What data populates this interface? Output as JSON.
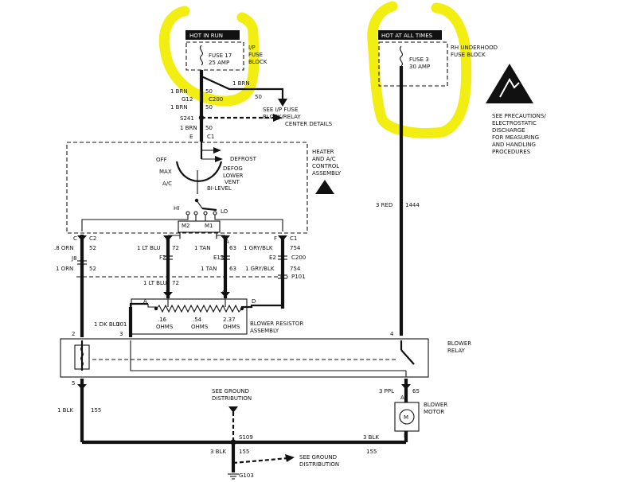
{
  "labels": {
    "hot_in_run": "HOT IN RUN",
    "ip_fuse_block": [
      "I/P",
      "FUSE",
      "BLOCK"
    ],
    "fuse17_name": "FUSE 17",
    "fuse17_rating": "25 AMP",
    "hot_at_all_times": "HOT AT ALL TIMES",
    "rh_fuse_block": [
      "RH UNDERHOOD",
      "FUSE BLOCK"
    ],
    "fuse3_name": "FUSE 3",
    "fuse3_rating": "30 AMP",
    "esd_note": [
      "SEE PRECAUTIONS/",
      "ELECTROSTATIC",
      "DISCHARGE",
      "FOR MEASURING",
      "AND HANDLING",
      "PROCEDURES"
    ],
    "see_ip_fuse": [
      "SEE I/P FUSE",
      "BLOCK/RELAY",
      "CENTER DETAILS"
    ],
    "control_assembly": [
      "HEATER",
      "AND A/C",
      "CONTROL",
      "ASSEMBLY"
    ],
    "control_positions": [
      "OFF",
      "MAX",
      "A/C",
      "DEFROST",
      "DEFOG",
      "LOWER",
      "VENT",
      "BI-LEVEL"
    ],
    "speeds": [
      "HI",
      "LO",
      "M2",
      "M1"
    ],
    "resistor_values": [
      ".16",
      "OHMS",
      ".54",
      "OHMS",
      "2.37",
      "OHMS"
    ],
    "blower_resistor": [
      "BLOWER RESISTOR",
      "ASSEMBLY"
    ],
    "blower_relay": [
      "BLOWER",
      "RELAY"
    ],
    "blower_motor": [
      "BLOWER",
      "MOTOR"
    ],
    "motor_symbol": "M",
    "see_ground_top": [
      "SEE GROUND",
      "DISTRIBUTION"
    ],
    "see_ground_bottom": [
      "SEE GROUND",
      "DISTRIBUTION"
    ]
  },
  "wires": {
    "feed_top": [
      "1 BRN",
      "50",
      "1 BRN"
    ],
    "g12": "G12",
    "c200_top": "C200",
    "w50b": "50",
    "brn_s241": [
      "1 BRN",
      "50"
    ],
    "s241": "S241",
    "brn_c1": [
      "1 BRN",
      "50",
      "E",
      "C1"
    ],
    "red": [
      "3 RED",
      "1444"
    ],
    "orn": [
      ".8 ORN",
      "52",
      "1 ORN",
      "52"
    ],
    "c_c2": [
      "C",
      "C2"
    ],
    "j8": "J8",
    "ltblu": [
      "B",
      "1 LT BLU",
      "72",
      "F2",
      "1 LT BLU",
      "72",
      "B"
    ],
    "tan": [
      "A",
      "1 TAN",
      "63",
      "E13",
      "1 TAN",
      "63",
      "C"
    ],
    "grybk": [
      "F",
      "C1",
      "1 GRY/BLK",
      "754",
      "E2",
      "C200",
      "1 GRY/BLK",
      "754",
      "P101"
    ],
    "dkblu": [
      "1 DK BLU",
      "101"
    ],
    "res_pins": [
      "A",
      "D",
      "3"
    ],
    "relay_pins": [
      "2",
      "4",
      "5"
    ],
    "ppl": [
      "A",
      "3 PPL",
      "65",
      "B"
    ],
    "blk": [
      "1 BLK",
      "155",
      "3 BLK",
      "155",
      "3 BLK",
      "155"
    ],
    "splice_s109": "S109",
    "ground_g103": "G103"
  },
  "colors": {
    "highlight": "#f2ee11",
    "ink": "#111111"
  }
}
